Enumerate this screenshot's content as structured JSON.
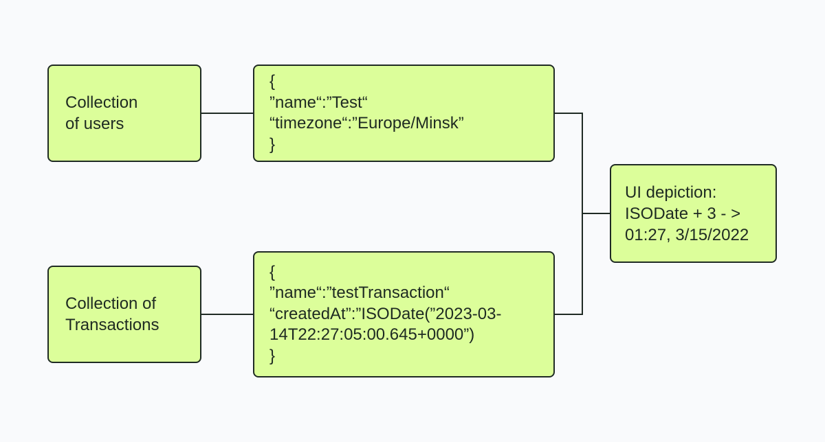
{
  "diagram": {
    "nodes": {
      "users": {
        "lines": [
          "Collection",
          "of users"
        ]
      },
      "users_json": {
        "lines": [
          "{",
          "”name“:”Test“",
          "“timezone“:”Europe/Minsk”",
          "}"
        ]
      },
      "transactions": {
        "lines": [
          "Collection of",
          "Transactions"
        ]
      },
      "transactions_json": {
        "lines": [
          "{",
          "”name“:”testTransaction“",
          "“createdAt”:”ISODate(”2023-03-",
          "14T22:27:05:00.645+0000”)",
          "}"
        ]
      },
      "ui_depiction": {
        "lines": [
          "UI depiction:",
          "ISODate + 3 - >",
          "01:27, 3/15/2022"
        ]
      }
    },
    "edges": [
      {
        "from": "users",
        "to": "users_json"
      },
      {
        "from": "transactions",
        "to": "transactions_json"
      },
      {
        "from": "users_json",
        "to": "ui_depiction"
      },
      {
        "from": "transactions_json",
        "to": "ui_depiction"
      }
    ],
    "colors": {
      "node_fill": "#dcfe9a",
      "node_border": "#1f2a24",
      "connector": "#1f2a24",
      "background": "#f9fafc",
      "text": "#1e2a22"
    }
  }
}
